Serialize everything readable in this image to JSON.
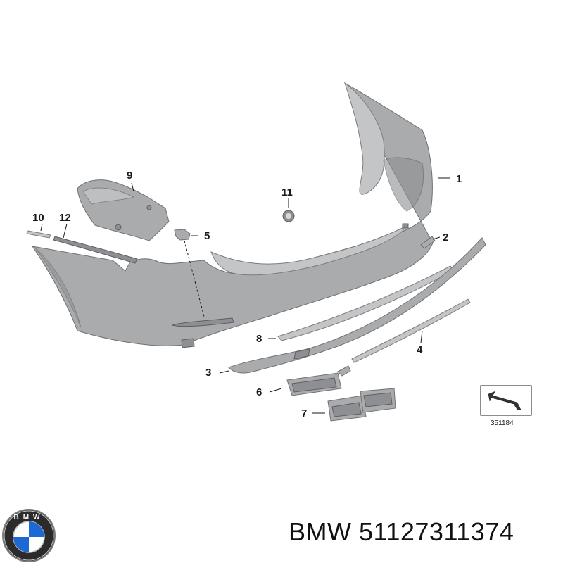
{
  "callouts": {
    "c1": "1",
    "c2": "2",
    "c3": "3",
    "c4": "4",
    "c5": "5",
    "c6": "6",
    "c7": "7",
    "c8": "8",
    "c9": "9",
    "c10": "10",
    "c11": "11",
    "c12": "12"
  },
  "reference_box": {
    "number": "351184"
  },
  "logo": {
    "icon": "bmw-roundel-icon",
    "letters": "BMW"
  },
  "caption": {
    "text": "BMW 51127311374"
  }
}
